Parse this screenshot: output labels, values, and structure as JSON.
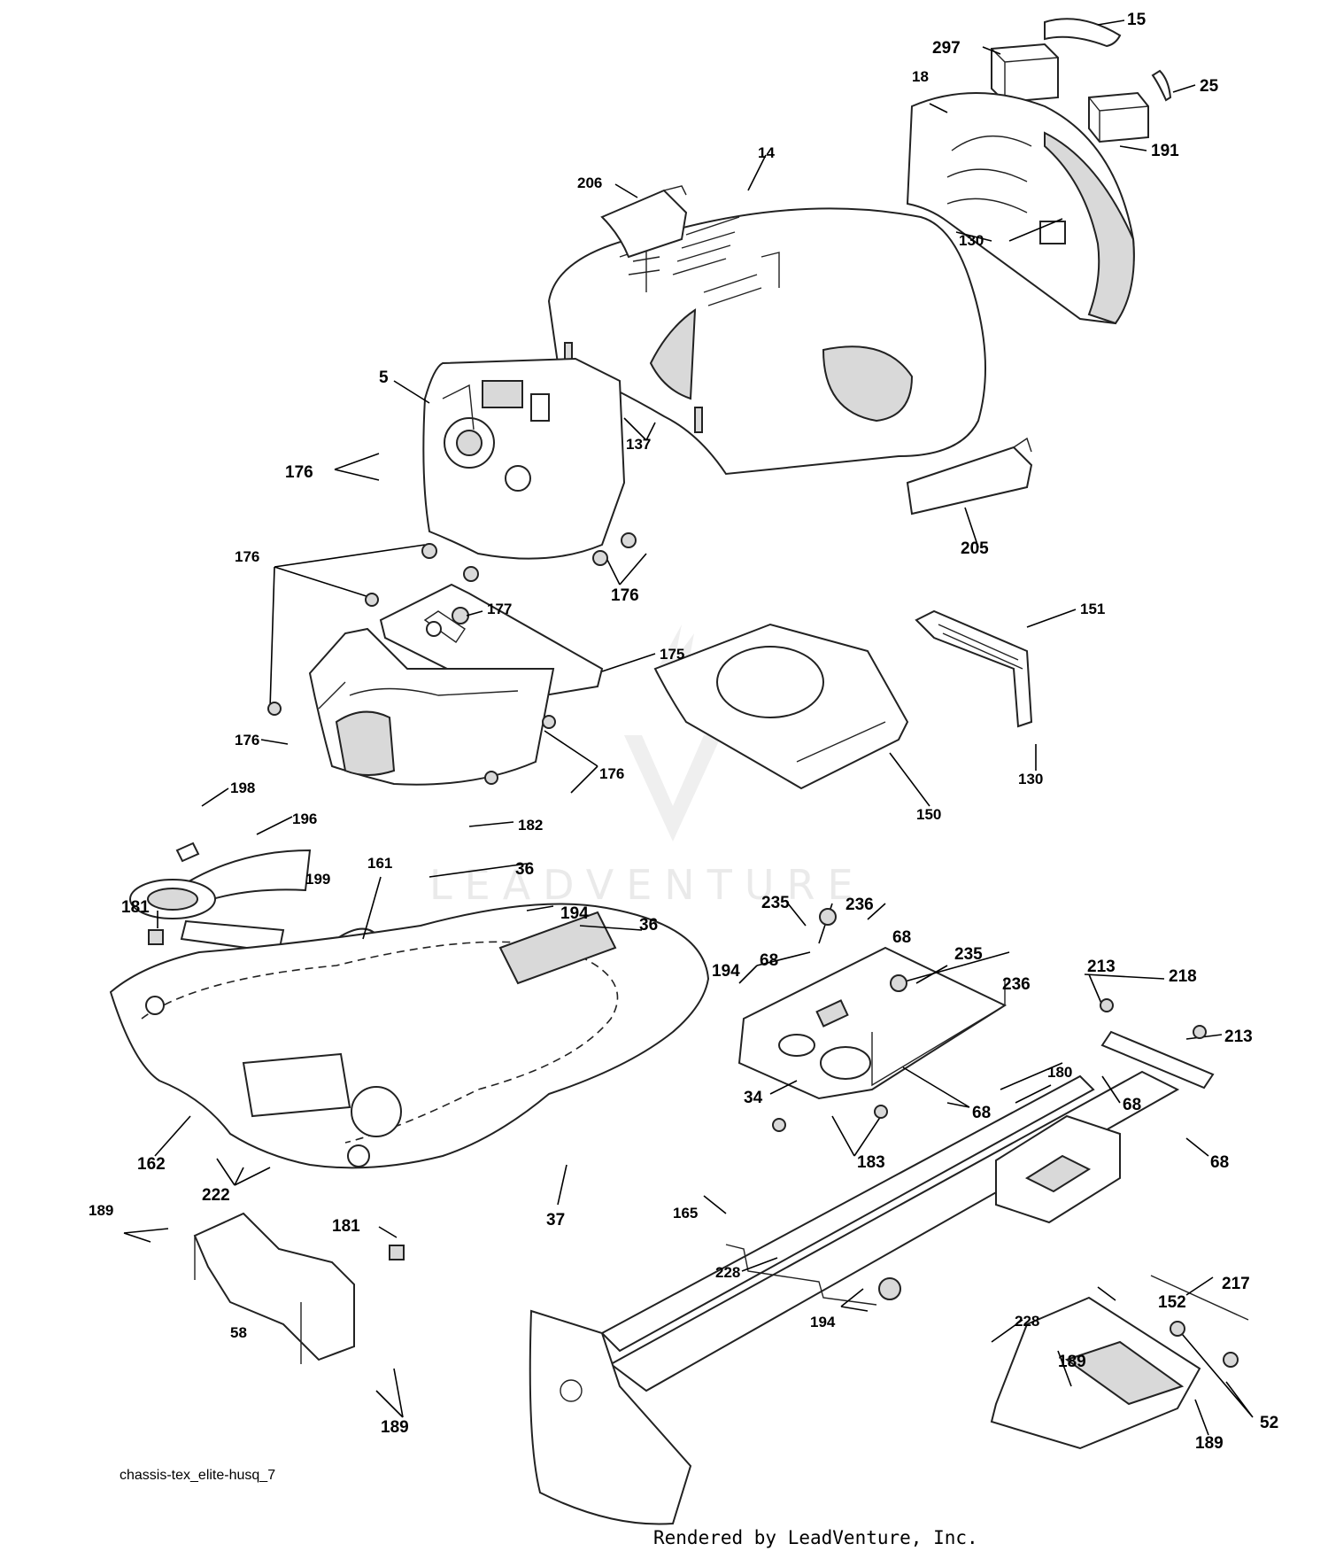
{
  "diagram": {
    "file_label": "chassis-tex_elite-husq_7",
    "footer": "Rendered by LeadVenture, Inc.",
    "watermark": "LEADVENTURE"
  },
  "callouts": {
    "c15": "15",
    "c297": "297",
    "c25": "25",
    "c18": "18",
    "c191": "191",
    "c14": "14",
    "c206": "206",
    "c130a": "130",
    "c5": "5",
    "c176a": "176",
    "c137": "137",
    "c205": "205",
    "c176b": "176",
    "c176c": "176",
    "c177": "177",
    "c175": "175",
    "c151": "151",
    "c130b": "130",
    "c176d": "176",
    "c176e": "176",
    "c150": "150",
    "c198": "198",
    "c196": "196",
    "c182": "182",
    "c161": "161",
    "c36a": "36",
    "c199": "199",
    "c181a": "181",
    "c194a": "194",
    "c36b": "36",
    "c194b": "194",
    "c235a": "235",
    "c236a": "236",
    "c68a": "68",
    "c68b": "68",
    "c235b": "235",
    "c236b": "236",
    "c213a": "213",
    "c218": "218",
    "c213b": "213",
    "c34": "34",
    "c68c": "68",
    "c68d": "68",
    "c68e": "68",
    "c180": "180",
    "c183": "183",
    "c162": "162",
    "c222": "222",
    "c37": "37",
    "c181b": "181",
    "c165": "165",
    "c189a": "189",
    "c58": "58",
    "c228a": "228",
    "c194c": "194",
    "c228b": "228",
    "c152": "152",
    "c217": "217",
    "c189b": "189",
    "c52": "52",
    "c189c": "189",
    "c189d": "189"
  }
}
